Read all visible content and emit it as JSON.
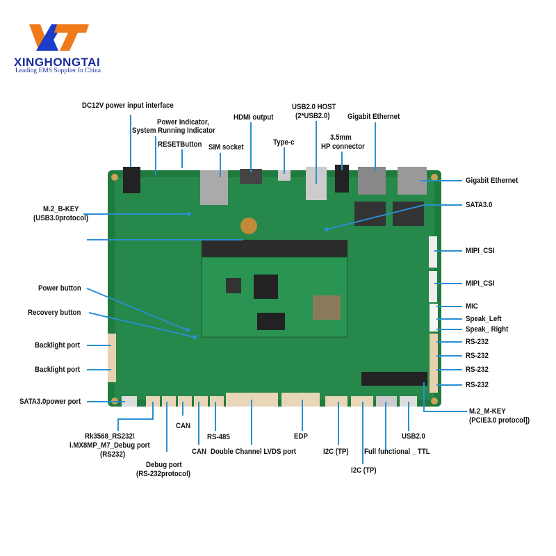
{
  "logo": {
    "brand": "XINGHONGTAI",
    "tagline": "Leading EMS Supplier In China",
    "mark": "XHT"
  },
  "colors": {
    "callout": "#2a8fd0",
    "pcb": "#1f7a3e",
    "logo_orange": "#f07a1a",
    "logo_blue": "#1a3cc8"
  },
  "top": {
    "dc12v": "DC12V power input interface",
    "power_ind_1": "Power Indicator,",
    "power_ind_2": "System Running Indicator",
    "reset": "RESETButton",
    "sim": "SIM socket",
    "hdmi": "HDMI output",
    "usb_host_1": "USB2.0 HOST",
    "usb_host_2": "(2*USB2.0)",
    "typec": "Type-c",
    "hp_1": "3.5mm",
    "hp_2": "HP connector",
    "gbe": "Gigabit Ethernet"
  },
  "right": {
    "gbe": "Gigabit Ethernet",
    "sata": "SATA3.0",
    "mipi1": "MIPI_CSI",
    "mipi2": "MIPI_CSI",
    "mic": "MIC",
    "spk_l": "Speak_Left",
    "spk_r": "Speak_ Right",
    "rs232_1": "RS-232",
    "rs232_2": "RS-232",
    "rs232_3": "RS-232",
    "rs232_4": "RS-232",
    "m2m_1": "M.2_M-KEY",
    "m2m_2": "(PCIE3.0 protocol])"
  },
  "left": {
    "m2b_1": "M.2_B-KEY",
    "m2b_2": "(USB3.0protocol)",
    "power_btn": "Power button",
    "recovery": "Recovery button",
    "backlight1": "Backlight port",
    "backlight2": "Backlight port",
    "sata_pwr": "SATA3.0power port"
  },
  "bottom": {
    "rk_1": "Rk3568_RS232\\",
    "rk_2": "i.MX8MP_M7_Debug port",
    "rk_3": "(RS232)",
    "debug_1": "Debug port",
    "debug_2": "(RS-232protocol)",
    "can1": "CAN",
    "can2": "CAN",
    "rs485": "RS-485",
    "lvds": "Double Channel LVDS port",
    "edp": "EDP",
    "i2c1": "I2C (TP)",
    "i2c2": "I2C (TP)",
    "ttl": "Full functional _ TTL",
    "usb2": "USB2.0"
  }
}
